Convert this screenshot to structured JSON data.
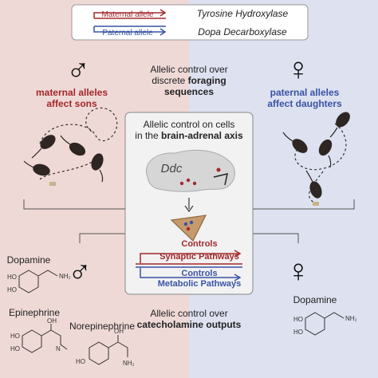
{
  "colors": {
    "left_bg": "#efd9d6",
    "right_bg": "#dde1f0",
    "maternal": "#a3282b",
    "paternal": "#3953a4",
    "box_bg": "#ffffff",
    "center_box_bg": "#f2f2f2",
    "brain": "#d6d6d6",
    "adrenal": "#c69a6d",
    "text": "#222222"
  },
  "legend": {
    "maternal_label": "Maternal allele",
    "paternal_label": "Paternal allele",
    "gene_maternal": "Tyrosine Hydroxylase",
    "gene_paternal": "Dopa Decarboxylase"
  },
  "top": {
    "male_symbol": "♂",
    "female_symbol": "♀",
    "center_line1": "Allelic control over",
    "center_line2_plain": "discrete ",
    "center_line2_bold": "foraging",
    "center_line3_bold": "sequences",
    "left_line1": "maternal alleles",
    "left_line2": "affect sons",
    "right_line1": "paternal alleles",
    "right_line2": "affect daughters"
  },
  "center_box": {
    "line1": "Allelic control on cells",
    "line2_plain": "in the ",
    "line2_bold": "brain-adrenal axis",
    "ddc_label": "Ddc",
    "controls_top_line1": "Controls",
    "controls_top_line2": "Synaptic Pathways",
    "controls_bottom_line1": "Controls",
    "controls_bottom_line2": "Metabolic Pathways"
  },
  "bottom": {
    "male_symbol": "♂",
    "female_symbol": "♀",
    "left_molecule_1": "Dopamine",
    "left_molecule_2": "Epinephrine",
    "left_molecule_3": "Norepinephrine",
    "right_molecule": "Dopamine",
    "center_line1": "Allelic control over",
    "center_line2": "catecholamine outputs"
  },
  "chem_labels": {
    "ho": "HO",
    "nh2": "NH₂",
    "oh": "OH",
    "n": "N"
  }
}
